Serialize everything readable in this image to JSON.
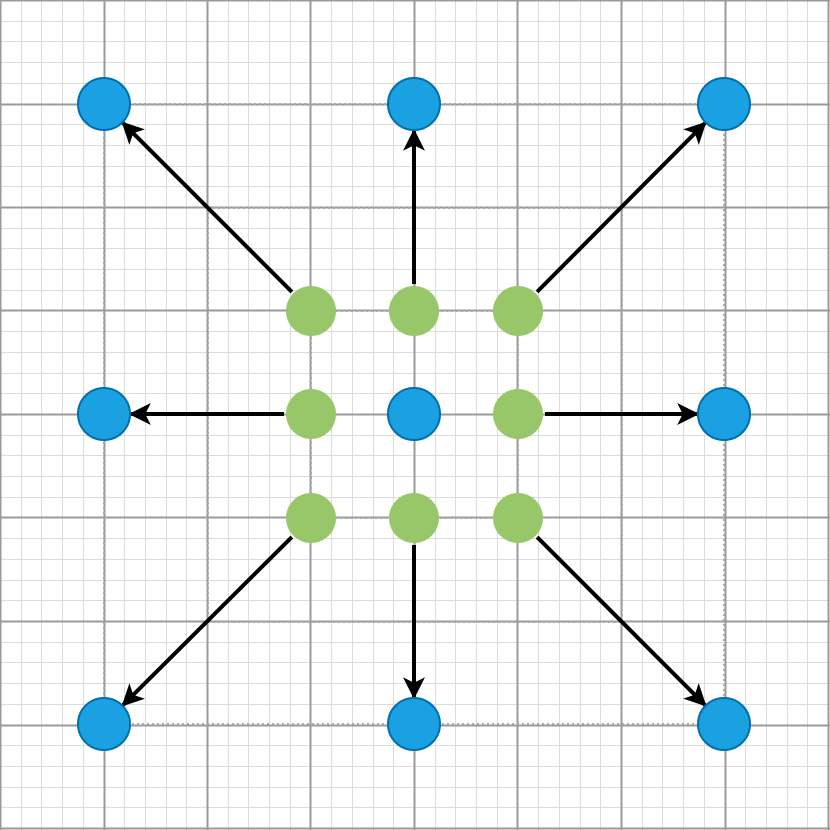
{
  "colors": {
    "background": "#ffffff",
    "grid_minor": "#dcdcdc",
    "grid_major": "#9a9a9a",
    "guide_dotted": "#a8a8a8",
    "outer_node_fill": "#1ba1e2",
    "outer_node_stroke": "#006eaf",
    "inner_node_fill": "#97c769",
    "arrow": "#000000"
  },
  "diagram": {
    "description_nodes": {
      "outer": [
        {
          "id": "top-left",
          "col": 0,
          "row": 0
        },
        {
          "id": "top-center",
          "col": 1,
          "row": 0
        },
        {
          "id": "top-right",
          "col": 2,
          "row": 0
        },
        {
          "id": "middle-left",
          "col": 0,
          "row": 1
        },
        {
          "id": "center",
          "col": 1,
          "row": 1
        },
        {
          "id": "middle-right",
          "col": 2,
          "row": 1
        },
        {
          "id": "bottom-left",
          "col": 0,
          "row": 2
        },
        {
          "id": "bottom-center",
          "col": 1,
          "row": 2
        },
        {
          "id": "bottom-right",
          "col": 2,
          "row": 2
        }
      ],
      "inner": [
        {
          "id": "inner-top-left",
          "col": 0,
          "row": 0
        },
        {
          "id": "inner-top-center",
          "col": 1,
          "row": 0
        },
        {
          "id": "inner-top-right",
          "col": 2,
          "row": 0
        },
        {
          "id": "inner-middle-left",
          "col": 0,
          "row": 1
        },
        {
          "id": "inner-middle-right",
          "col": 2,
          "row": 1
        },
        {
          "id": "inner-bottom-left",
          "col": 0,
          "row": 2
        },
        {
          "id": "inner-bottom-center",
          "col": 1,
          "row": 2
        },
        {
          "id": "inner-bottom-right",
          "col": 2,
          "row": 2
        }
      ]
    },
    "arrows": [
      {
        "from": "inner-top-left",
        "to": "top-left"
      },
      {
        "from": "inner-top-center",
        "to": "top-center"
      },
      {
        "from": "inner-top-right",
        "to": "top-right"
      },
      {
        "from": "inner-middle-left",
        "to": "middle-left"
      },
      {
        "from": "inner-middle-right",
        "to": "middle-right"
      },
      {
        "from": "inner-bottom-left",
        "to": "bottom-left"
      },
      {
        "from": "inner-bottom-center",
        "to": "bottom-center"
      },
      {
        "from": "inner-bottom-right",
        "to": "bottom-right"
      }
    ]
  }
}
